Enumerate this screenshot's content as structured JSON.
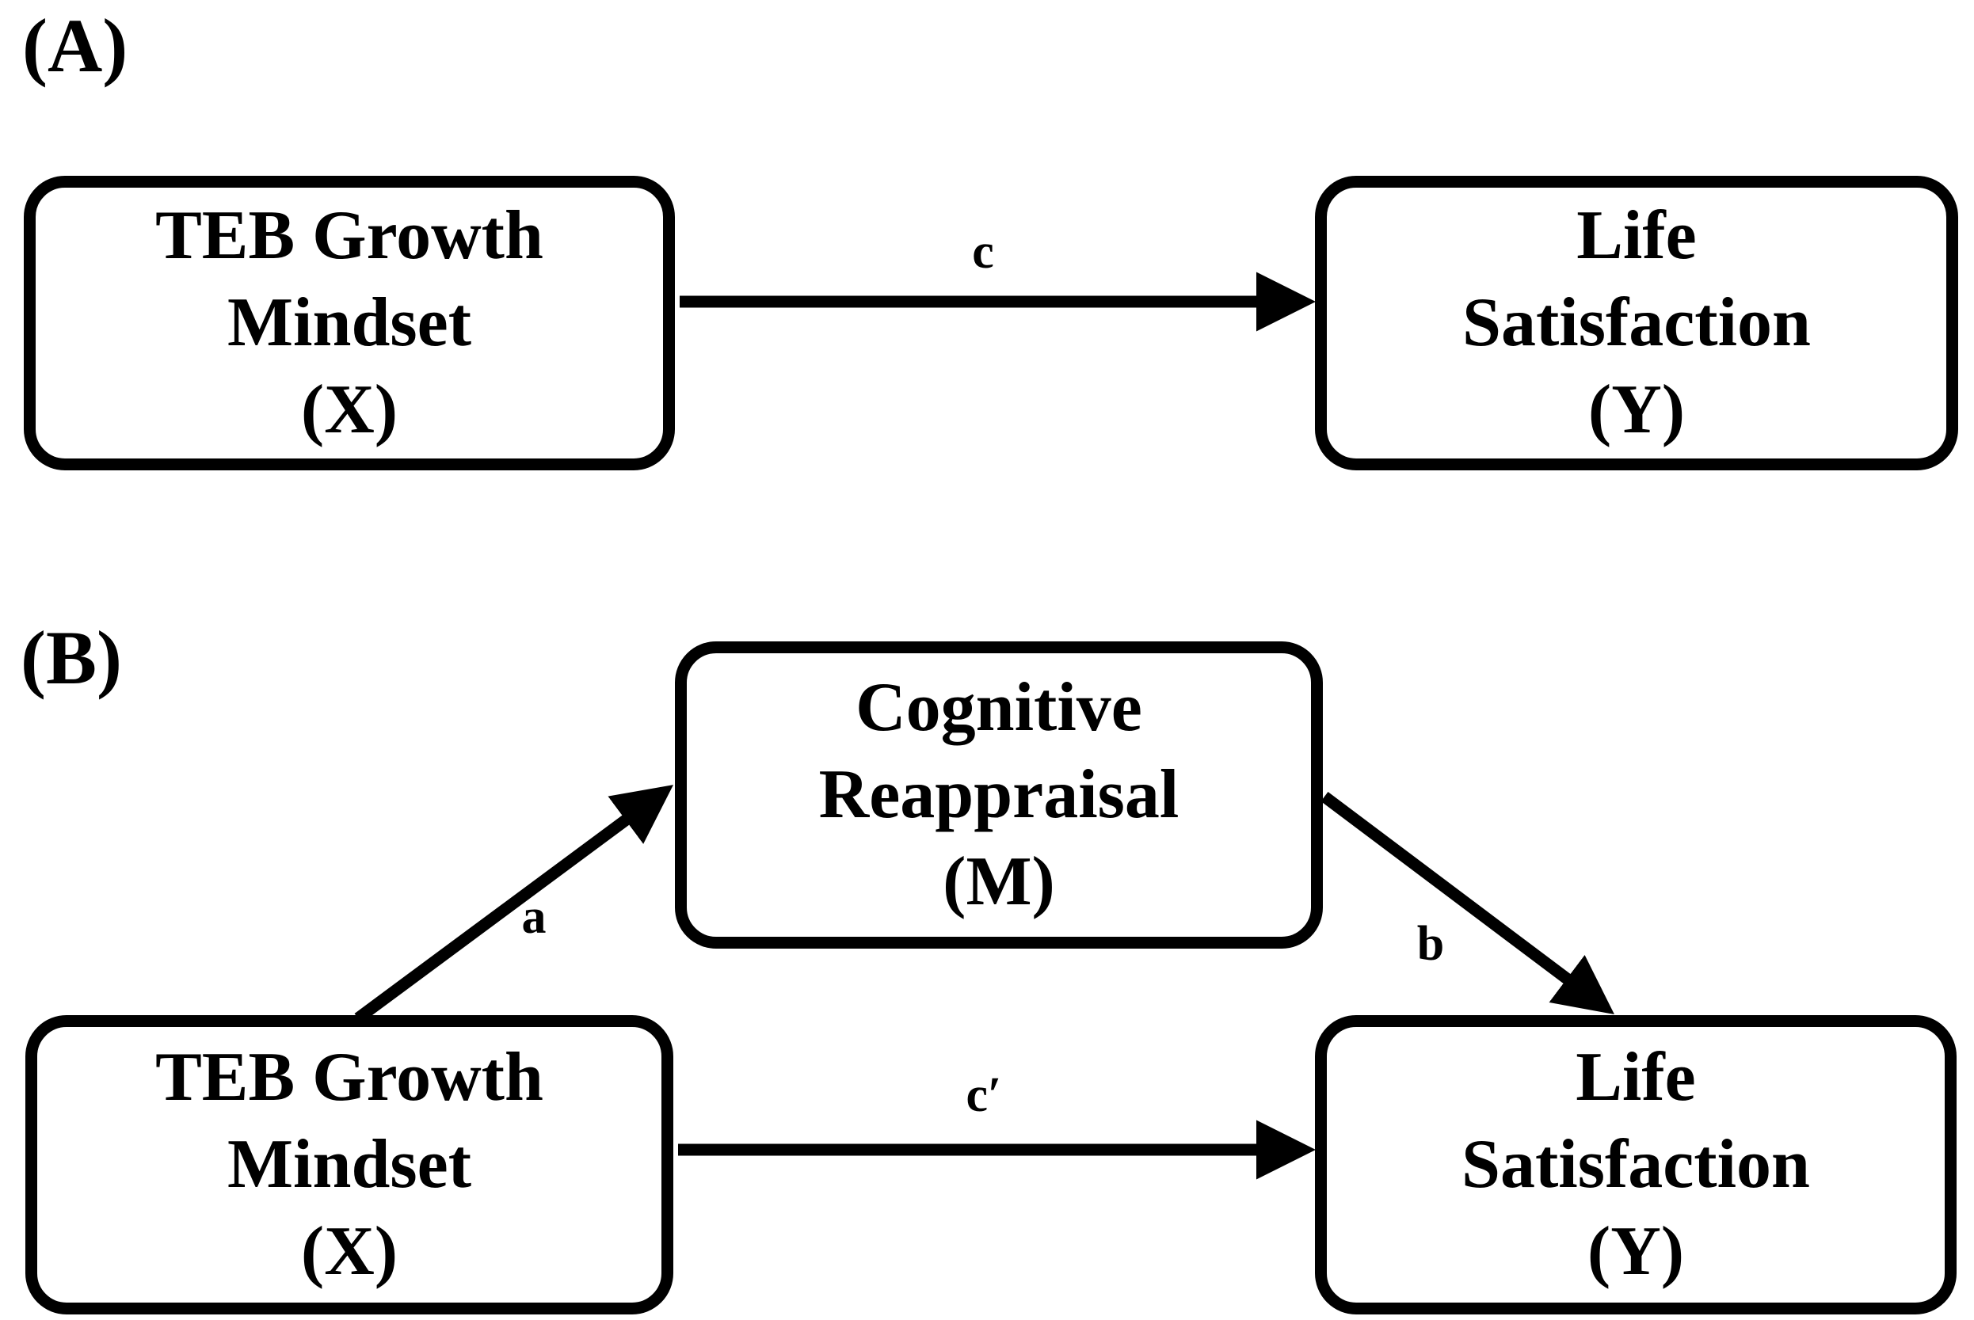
{
  "diagram": {
    "colors": {
      "ink": "#000000",
      "background": "#ffffff"
    },
    "panel_a": {
      "label": "(A)",
      "predictor_box": {
        "lines": [
          "TEB Growth",
          "Mindset",
          "(X)"
        ]
      },
      "outcome_box": {
        "lines": [
          "Life",
          "Satisfaction",
          "(Y)"
        ]
      },
      "paths": {
        "c": {
          "label": "c"
        }
      }
    },
    "panel_b": {
      "label": "(B)",
      "predictor_box": {
        "lines": [
          "TEB Growth",
          "Mindset",
          "(X)"
        ]
      },
      "mediator_box": {
        "lines": [
          "Cognitive",
          "Reappraisal",
          "(M)"
        ]
      },
      "outcome_box": {
        "lines": [
          "Life",
          "Satisfaction",
          "(Y)"
        ]
      },
      "paths": {
        "a": {
          "label": "a"
        },
        "b": {
          "label": "b"
        },
        "c_prime": {
          "label": "c′"
        }
      }
    }
  }
}
